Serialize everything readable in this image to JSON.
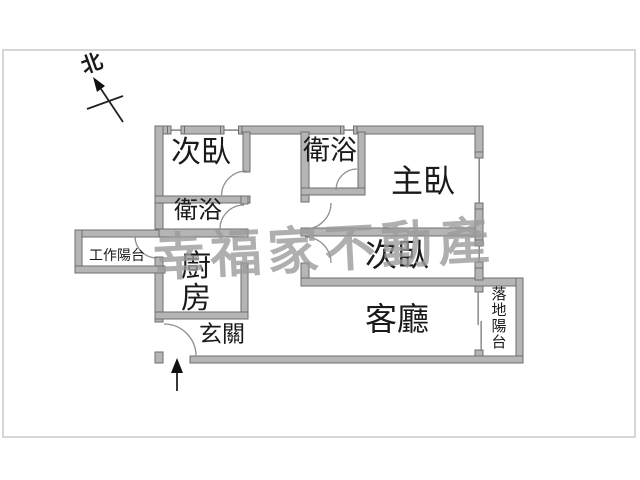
{
  "compass": {
    "label": "北"
  },
  "watermark": {
    "text": "幸福家不動產",
    "color": "#9c9c9c"
  },
  "rooms": {
    "bedroom_top_left": {
      "label": "次臥"
    },
    "bathroom_top": {
      "label": "衛浴"
    },
    "master_bedroom": {
      "label": "主臥"
    },
    "bathroom_middle": {
      "label": "衛浴"
    },
    "work_balcony": {
      "label": "工作陽台"
    },
    "kitchen": {
      "label": "廚房"
    },
    "bedroom_middle": {
      "label": "次臥"
    },
    "living_room": {
      "label": "客廳"
    },
    "entry": {
      "label": "玄關"
    },
    "floor_balcony": {
      "label": "落地陽台"
    }
  },
  "colors": {
    "wall_fill": "#b5b5b5",
    "wall_outline": "#6e6e6e",
    "watermark": "#9c9c9c",
    "frame": "#d6d6d6",
    "label_text": "#1a1a1a",
    "background": "#ffffff"
  }
}
